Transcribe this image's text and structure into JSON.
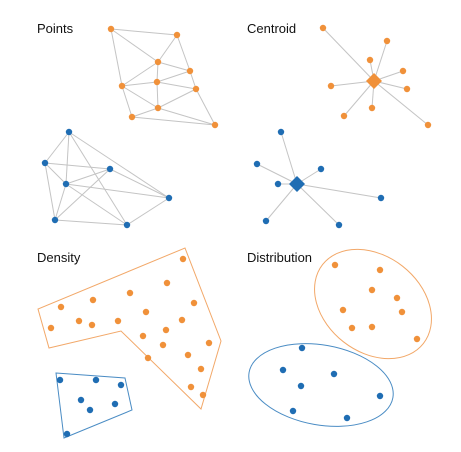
{
  "colors": {
    "orange": "#f0913a",
    "blue": "#1f6db3",
    "edge": "#c4c4c4",
    "hull_orange": "#f2a869",
    "hull_blue": "#4a8cc4",
    "text": "#111111"
  },
  "panels": {
    "points": {
      "label": "Points"
    },
    "centroid": {
      "label": "Centroid"
    },
    "density": {
      "label": "Density"
    },
    "distribution": {
      "label": "Distribution"
    }
  }
}
